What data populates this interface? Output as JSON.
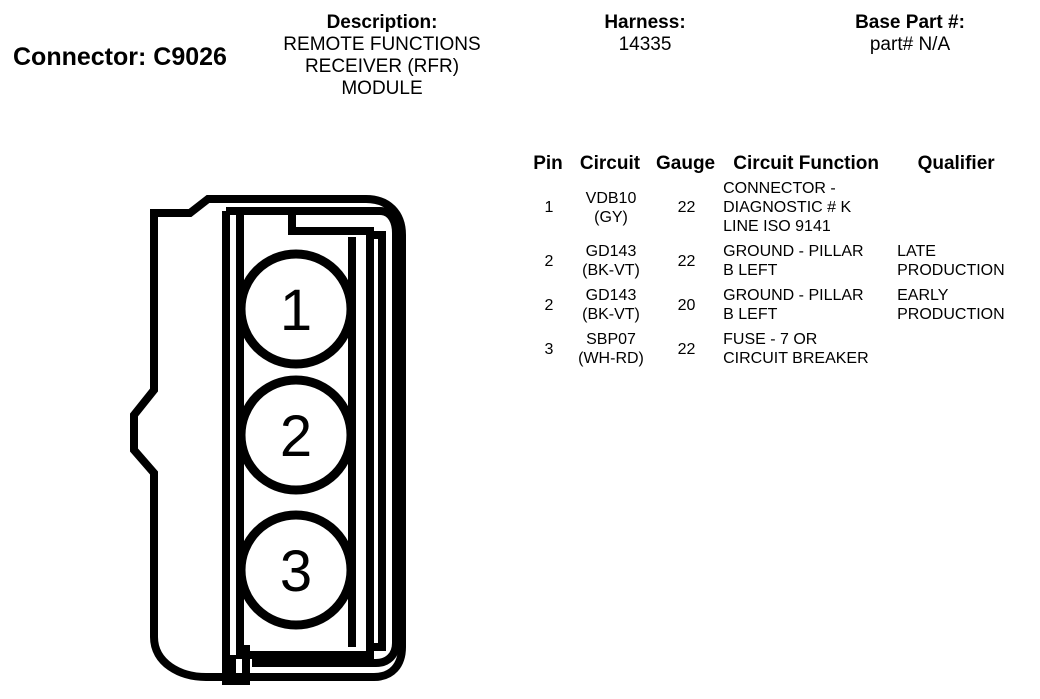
{
  "header": {
    "connector_title": "Connector: C9026",
    "description_label": "Description:",
    "description_lines": [
      "REMOTE FUNCTIONS",
      "RECEIVER (RFR)",
      "MODULE"
    ],
    "harness_label": "Harness:",
    "harness_value": "14335",
    "base_part_label": "Base Part #:",
    "base_part_value": "part# N/A"
  },
  "table": {
    "headers": {
      "pin": "Pin",
      "circuit": "Circuit",
      "gauge": "Gauge",
      "function": "Circuit Function",
      "qualifier": "Qualifier"
    },
    "rows": [
      {
        "pin": "1",
        "circuit": [
          "VDB10",
          "(GY)"
        ],
        "gauge": "22",
        "function": [
          "CONNECTOR -",
          "DIAGNOSTIC # K",
          "LINE ISO 9141"
        ],
        "qualifier": []
      },
      {
        "pin": "2",
        "circuit": [
          "GD143",
          "(BK-VT)"
        ],
        "gauge": "22",
        "function": [
          "GROUND - PILLAR",
          "B LEFT"
        ],
        "qualifier": [
          "LATE",
          "PRODUCTION"
        ]
      },
      {
        "pin": "2",
        "circuit": [
          "GD143",
          "(BK-VT)"
        ],
        "gauge": "20",
        "function": [
          "GROUND - PILLAR",
          "B LEFT"
        ],
        "qualifier": [
          "EARLY",
          "PRODUCTION"
        ]
      },
      {
        "pin": "3",
        "circuit": [
          "SBP07",
          "(WH-RD)"
        ],
        "gauge": "22",
        "function": [
          "FUSE - 7 OR",
          "CIRCUIT BREAKER"
        ],
        "qualifier": []
      }
    ]
  },
  "connector_diagram": {
    "pin_labels": [
      "1",
      "2",
      "3"
    ]
  }
}
